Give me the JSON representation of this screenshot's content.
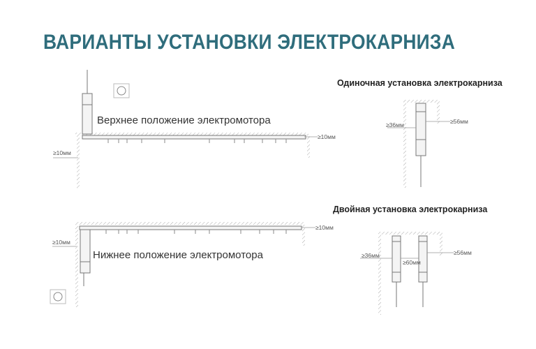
{
  "title": "ВАРИАНТЫ УСТАНОВКИ ЭЛЕКТРОКАРНИЗА",
  "top_scheme": {
    "label": "Верхнее положение электромотора",
    "dim_left": "≥10мм",
    "dim_right": "≥10мм"
  },
  "bottom_scheme": {
    "label": "Нижнее положение электромотора",
    "dim_left": "≥10мм",
    "dim_right": "≥10мм"
  },
  "single": {
    "title": "Одиночная установка электрокарниза",
    "dim_left": "≥36мм",
    "dim_right": "≥56мм"
  },
  "double": {
    "title": "Двойная установка электрокарниза",
    "dim_left": "≥36мм",
    "dim_middle": "≥60мм",
    "dim_right": "≥56мм"
  },
  "colors": {
    "title": "#2f6d7c"
  }
}
